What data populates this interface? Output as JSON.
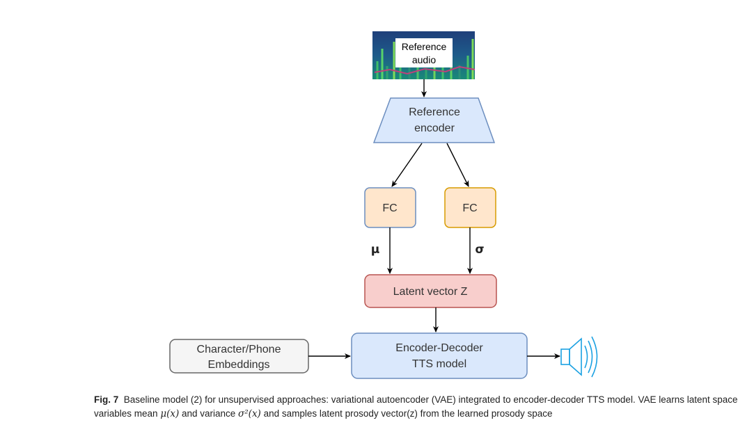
{
  "nodes": {
    "reference_audio": {
      "line1": "Reference",
      "line2": "audio"
    },
    "reference_encoder": {
      "line1": "Reference",
      "line2": "encoder"
    },
    "fc_mu": {
      "label": "FC"
    },
    "fc_sigma": {
      "label": "FC"
    },
    "latent_vector": {
      "label": "Latent vector Z"
    },
    "char_embeddings": {
      "line1": "Character/Phone",
      "line2": "Embeddings"
    },
    "tts_model": {
      "line1": "Encoder-Decoder",
      "line2": "TTS model"
    }
  },
  "edges": {
    "mu_label": "μ",
    "sigma_label": "σ"
  },
  "colors": {
    "blue_fill": "#dae8fc",
    "blue_stroke": "#6c8ebf",
    "orange_fill": "#ffe6cc",
    "orange_stroke": "#d79b00",
    "red_fill": "#f8cecc",
    "red_stroke": "#b85450",
    "gray_fill": "#f5f5f5",
    "gray_stroke": "#666666",
    "speaker": "#1ba1e2"
  },
  "icons": [
    "spectrogram-image",
    "speaker-icon"
  ],
  "caption": {
    "fig_label": "Fig. 7",
    "text_a": "Baseline model (2) for unsupervised approaches: variational autoencoder (VAE) integrated to encoder-decoder TTS model. VAE learns latent space variables mean ",
    "mu_expr": "μ(x)",
    "text_b": " and variance ",
    "sigma_expr": "σ²(x)",
    "text_c": " and samples latent prosody vector(z) from the learned prosody space"
  }
}
